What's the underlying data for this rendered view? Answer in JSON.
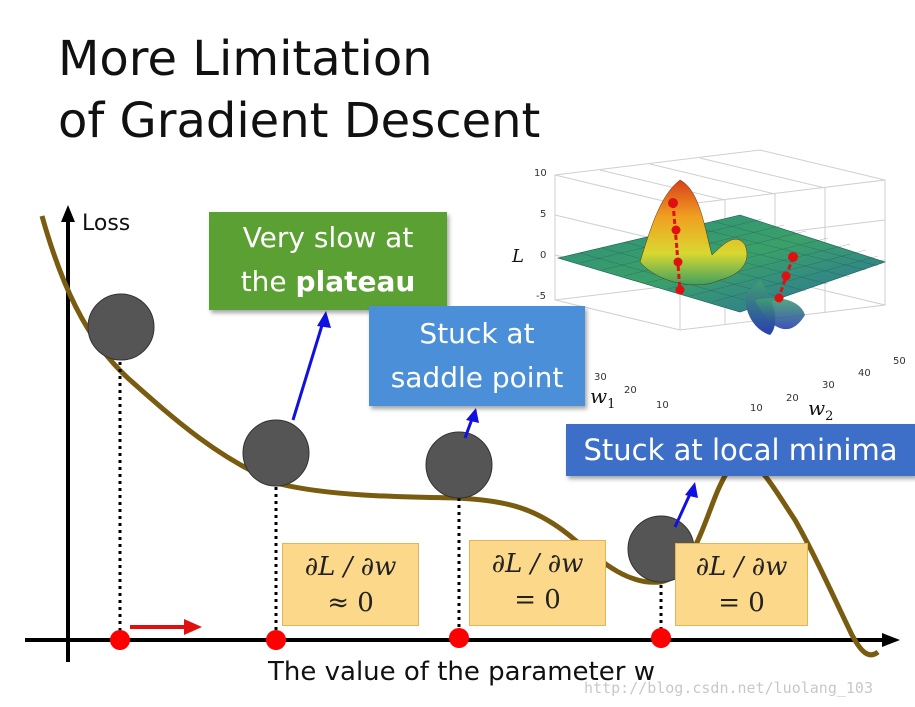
{
  "title": {
    "line1": "More Limitation",
    "line2": "of Gradient Descent"
  },
  "axes": {
    "y_label": "Loss",
    "x_label": "The value of the parameter w"
  },
  "callouts": {
    "plateau": {
      "line1": "Very slow at",
      "line2_prefix": "the ",
      "line2_bold": "plateau",
      "color": "#5aa032"
    },
    "saddle": {
      "line1": "Stuck at",
      "line2": "saddle point",
      "color": "#4a8fd8"
    },
    "local_minima": {
      "text": "Stuck at local minima",
      "color": "#3d6fc8"
    }
  },
  "gradients": {
    "g1": {
      "line1": "∂L / ∂w",
      "line2": "≈ 0"
    },
    "g2": {
      "line1": "∂L / ∂w",
      "line2": "= 0"
    },
    "g3": {
      "line1": "∂L / ∂w",
      "line2": "= 0"
    }
  },
  "inset": {
    "z_label": "L",
    "w1_label": "w",
    "w1_sub": "1",
    "w2_label": "w",
    "w2_sub": "2",
    "z_ticks": [
      "10",
      "5",
      "0",
      "-5"
    ],
    "w1_ticks": [
      "30",
      "20",
      "10"
    ],
    "w2_ticks": [
      "10",
      "20",
      "30",
      "40",
      "50"
    ]
  },
  "colors": {
    "curve": "#7a5c10",
    "ball": "#555555",
    "marker": "#e01010",
    "arrow": "#1010e0"
  },
  "watermark": "http://blog.csdn.net/luolang_103"
}
